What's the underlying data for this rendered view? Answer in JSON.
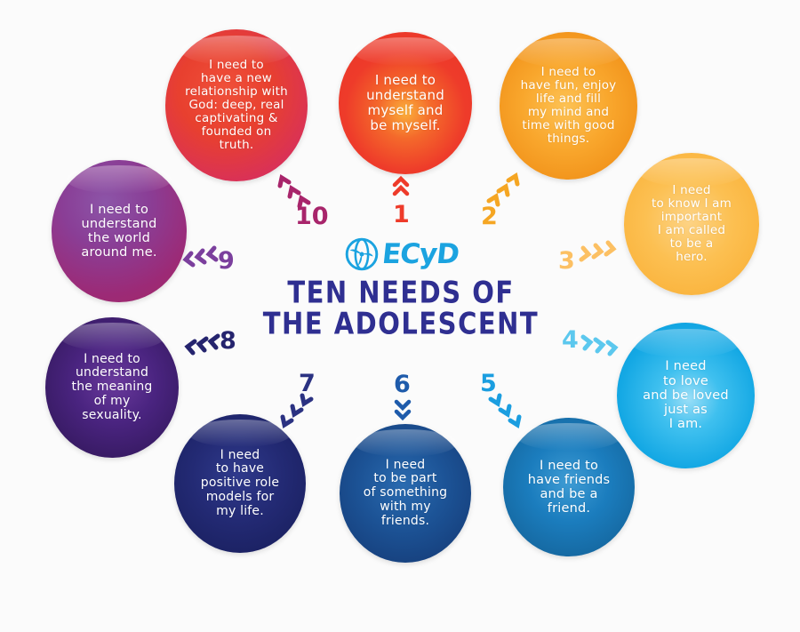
{
  "center": {
    "logo_icon": "ecyd-globe-icon",
    "logo_word": "ECyD",
    "title": "TEN NEEDS OF\nTHE ADOLESCENT",
    "title_color": "#2f2f91",
    "logo_color": "#1ba3e0"
  },
  "needs": [
    {
      "number": "1",
      "text": "I need to\nunderstand\nmyself and\nbe myself.",
      "color": "#ee3b2a",
      "color_light": "#f79a3c",
      "color_dark": "#e22d22",
      "number_color": "#ee3b2a",
      "arrow_direction": "up"
    },
    {
      "number": "2",
      "text": "I need to\nhave fun, enjoy\nlife and fill\nmy mind and\ntime with good\nthings.",
      "color": "#f59b1f",
      "color_light": "#fcc24c",
      "color_dark": "#ef8f14",
      "number_color": "#f5a623",
      "arrow_direction": "up-right"
    },
    {
      "number": "3",
      "text": "I need\nto know I am\nimportant\nI am called\nto be a\nhero.",
      "color": "#fcb841",
      "color_light": "#fdd07a",
      "color_dark": "#f9ae31",
      "number_color": "#fcc063",
      "arrow_direction": "right"
    },
    {
      "number": "4",
      "text": "I need\nto love\nand be loved\njust as\nI am.",
      "color": "#1eb0e8",
      "color_light": "#7fd6f5",
      "color_dark": "#0f9ada",
      "number_color": "#5cc8ee",
      "arrow_direction": "right"
    },
    {
      "number": "5",
      "text": "I need to\nhave friends\nand be a\nfriend.",
      "color": "#1a74b8",
      "color_light": "#4ea3d8",
      "color_dark": "#12639f",
      "number_color": "#1b9ee0",
      "arrow_direction": "down-left"
    },
    {
      "number": "6",
      "text": "I need\nto be part\nof something\nwith my\nfriends.",
      "color": "#1b4f94",
      "color_light": "#3d74b4",
      "color_dark": "#143f7d",
      "number_color": "#1e5bab",
      "arrow_direction": "down"
    },
    {
      "number": "7",
      "text": "I need\nto have\npositive role\nmodels for\nmy life.",
      "color": "#232a74",
      "color_light": "#3b4492",
      "color_dark": "#1a2060",
      "number_color": "#2b3282",
      "arrow_direction": "down-left"
    },
    {
      "number": "8",
      "text": "I need to\nunderstand\nthe meaning\nof my\nsexuality.",
      "color": "#3d1f6e",
      "color_light": "#6b3f9c",
      "color_dark": "#2e1657",
      "number_color": "#25246e",
      "arrow_direction": "left"
    },
    {
      "number": "9",
      "text": "I need to\nunderstand\nthe world\naround me.",
      "color": "#8e3490",
      "color_light": "#a94aa8",
      "color_dark": "#7e2b80",
      "number_color": "#7b3f9d",
      "arrow_direction": "left"
    },
    {
      "number": "10",
      "text": "I need to\nhave a new\nrelationship with\nGod: deep, real\ncaptivating &\nfounded on\ntruth.",
      "color": "#e8402f",
      "color_light": "#ef5a3a",
      "color_dark": "#c9256a",
      "number_color": "#a8256b",
      "arrow_direction": "up-left"
    }
  ]
}
